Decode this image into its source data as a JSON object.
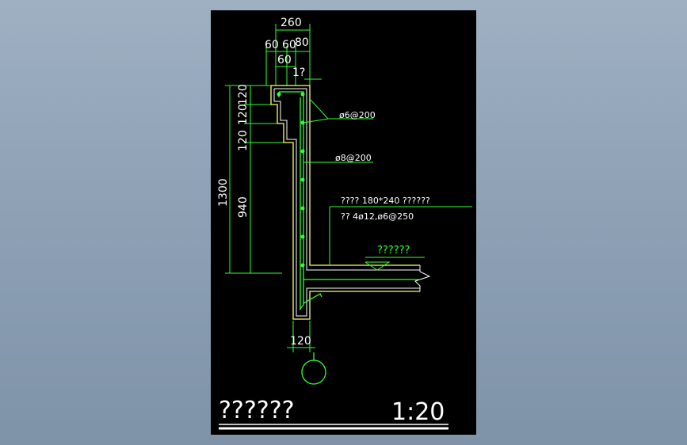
{
  "dimensions": {
    "top_total": "260",
    "top_parts_a": "60",
    "top_parts_b": "60",
    "top_parts_c": "80",
    "top_parts_d": "60",
    "top_small": "1?",
    "left_total": "1300",
    "left_120_a": "120",
    "left_120_b": "120",
    "left_120_c": "120",
    "left_940": "940",
    "bottom_120": "120"
  },
  "annotations": {
    "rebar_1": "ø6@200",
    "rebar_2": "ø8@200",
    "beam_label": "????  180*240 ??????",
    "beam_rebar": "??  4ø12,ø6@250",
    "level_label": "??????"
  },
  "title_block": {
    "title": "??????",
    "scale": "1:20"
  },
  "colors": {
    "background": "#000000",
    "dimension_lines": "#33ff33",
    "section_outline": "#ffff66",
    "concrete_outline": "#ffffff",
    "rebar": "#33ff33"
  }
}
